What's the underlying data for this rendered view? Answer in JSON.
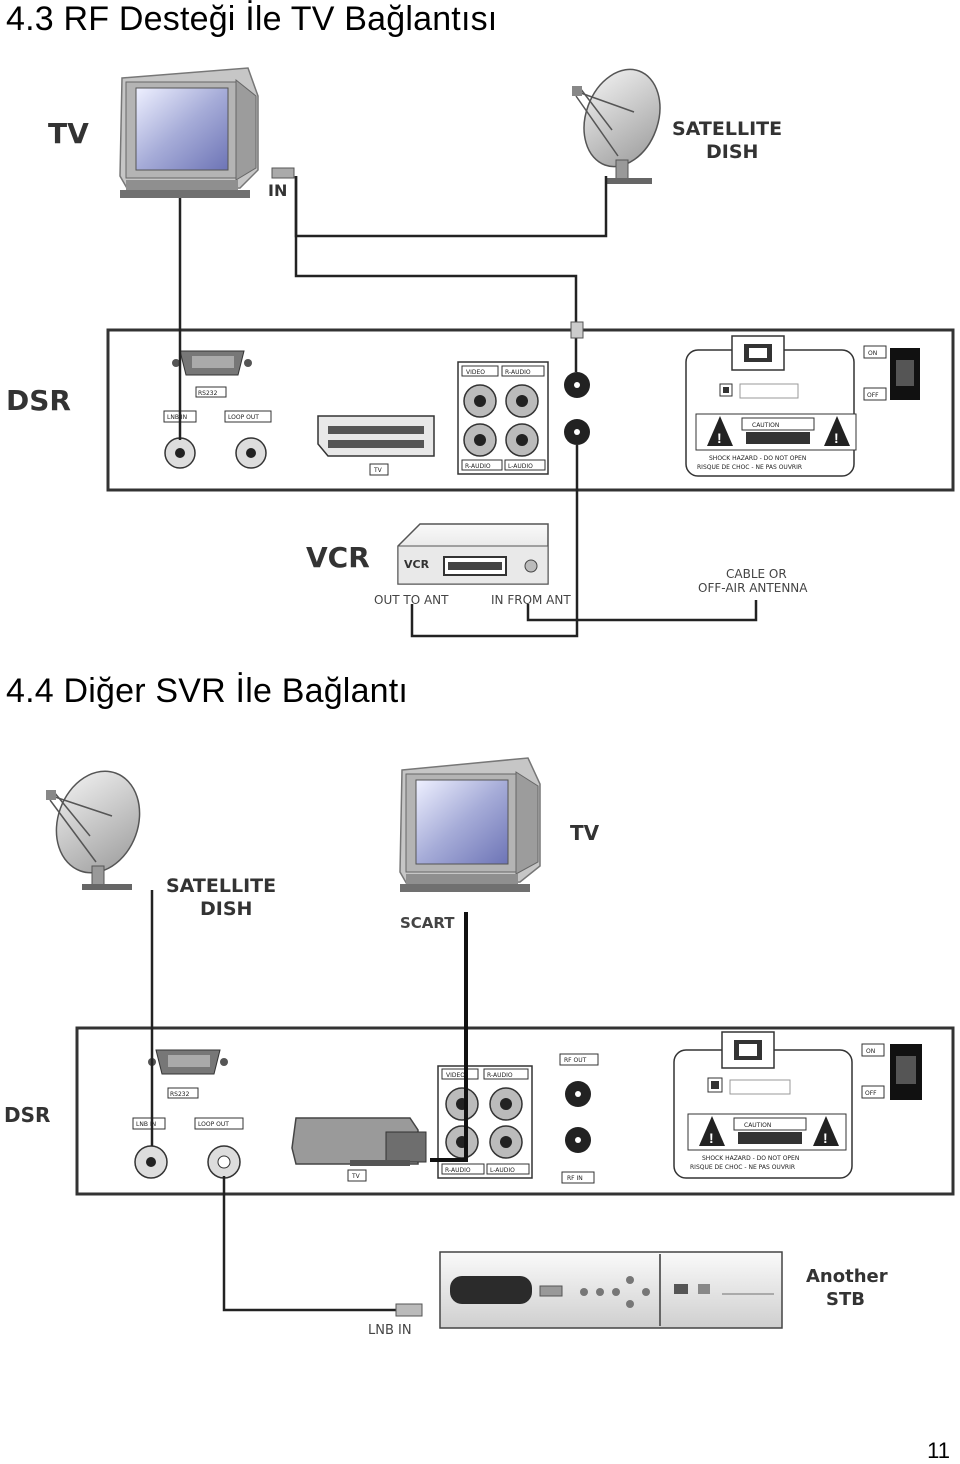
{
  "section1": {
    "title": "4.3 RF Desteği İle TV Bağlantısı",
    "labels": {
      "tv": "TV",
      "satellite_line1": "SATELLITE",
      "satellite_line2": "DISH",
      "tv_in": "IN",
      "dsr": "DSR",
      "vcr": "VCR",
      "vcr_badge": "VCR",
      "out_to_ant": "OUT TO ANT",
      "in_from_ant": "IN FROM ANT",
      "cable_line1": "CABLE OR",
      "cable_line2": "OFF-AIR ANTENNA"
    },
    "panel": {
      "rs232": "RS232",
      "lnb_in": "LNB IN",
      "loop_out": "LOOP OUT",
      "tv_scart": "TV",
      "video": "VIDEO",
      "r_audio_top": "R-AUDIO",
      "r_audio_bottom": "R-AUDIO",
      "l_audio": "L-AUDIO",
      "caution": "CAUTION",
      "shock1": "SHOCK HAZARD - DO NOT OPEN",
      "shock2": "RISQUE DE CHOC - NE PAS OUVRIR",
      "on": "ON",
      "off": "OFF"
    }
  },
  "section2": {
    "title": "4.4 Diğer SVR İle Bağlantı",
    "labels": {
      "satellite_line1": "SATELLITE",
      "satellite_line2": "DISH",
      "tv": "TV",
      "scart": "SCART",
      "dsr": "DSR",
      "another_line1": "Another",
      "another_line2": "STB",
      "lnb_in": "LNB IN"
    },
    "panel": {
      "rs232": "RS232",
      "lnb_in": "LNB IN",
      "loop_out": "LOOP OUT",
      "tv_scart": "TV",
      "video": "VIDEO",
      "r_audio_top": "R-AUDIO",
      "r_audio_bottom": "R-AUDIO",
      "l_audio": "L-AUDIO",
      "rf_out": "RF OUT",
      "rf_in": "RF IN",
      "caution": "CAUTION",
      "shock1": "SHOCK HAZARD - DO NOT OPEN",
      "shock2": "RISQUE DE CHOC - NE PAS OUVRIR",
      "on": "ON",
      "off": "OFF"
    }
  },
  "page_number": "11"
}
